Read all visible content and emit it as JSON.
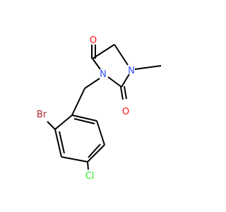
{
  "colors": {
    "background": "#ffffff",
    "bond": "#000000",
    "oxygen": "#ff0d0d",
    "nitrogen": "#3050f8",
    "bromine": "#a62929",
    "chlorine": "#1ff01f"
  },
  "atoms": {
    "o_top": "O",
    "o_right": "O",
    "n_left": "N",
    "n_right": "N",
    "br": "Br",
    "cl": "Cl"
  }
}
